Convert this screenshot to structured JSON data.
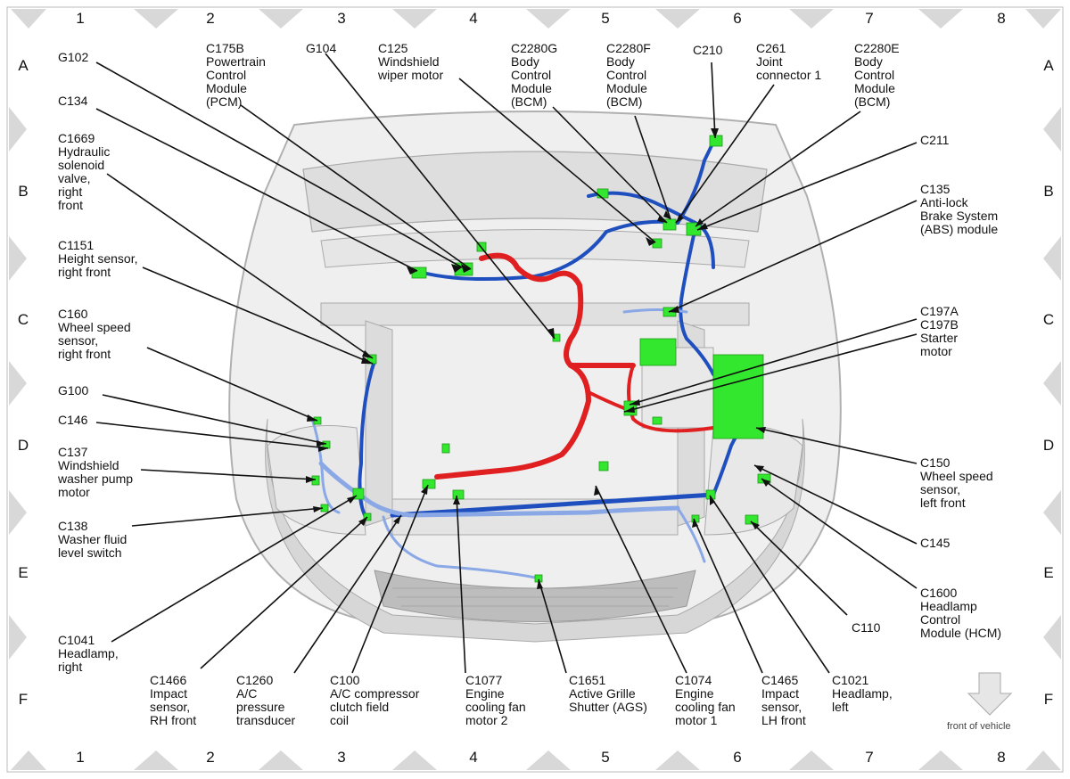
{
  "grid": {
    "columns": [
      "1",
      "2",
      "3",
      "4",
      "5",
      "6",
      "7",
      "8"
    ],
    "rows": [
      "A",
      "B",
      "C",
      "D",
      "E",
      "F"
    ]
  },
  "front_label": "front of vehicle",
  "colors": {
    "harness_blue": "#1f4fbf",
    "harness_light_blue": "#8aa8e6",
    "harness_red": "#e02020",
    "connector_green": "#33e62e",
    "body_gray": "#c8c8c8",
    "frame_gray": "#d9d9d9"
  },
  "labels": {
    "G102": "G102",
    "C175B": "C175B\nPowertrain\nControl\nModule\n(PCM)",
    "G104": "G104",
    "C125": "C125\nWindshield\nwiper motor",
    "C2280G": "C2280G\nBody\nControl\nModule\n(BCM)",
    "C2280F": "C2280F\nBody\nControl\nModule\n(BCM)",
    "C210": "C210",
    "C261": "C261\nJoint\nconnector 1",
    "C2280E": "C2280E\nBody\nControl\nModule\n(BCM)",
    "C134": "C134",
    "C1669": "C1669\nHydraulic\nsolenoid\nvalve,\nright\nfront",
    "C211": "C211",
    "C135": "C135\nAnti-lock\nBrake System\n(ABS) module",
    "C1151": "C1151\nHeight sensor,\nright front",
    "C160": "C160\nWheel speed\nsensor,\nright front",
    "C197": "C197A\nC197B\nStarter\nmotor",
    "G100": "G100",
    "C146": "C146",
    "C137": "C137\nWindshield\nwasher pump\nmotor",
    "C150": "C150\nWheel speed\nsensor,\nleft front",
    "C138": "C138\nWasher fluid\nlevel switch",
    "C145": "C145",
    "C1600": "C1600\nHeadlamp\nControl\nModule (HCM)",
    "C110": "C110",
    "C1041": "C1041\nHeadlamp,\nright",
    "C1466": "C1466\nImpact\nsensor,\nRH front",
    "C1260": "C1260\nA/C\npressure\ntransducer",
    "C100": "C100\nA/C compressor\nclutch field\ncoil",
    "C1077": "C1077\nEngine\ncooling fan\nmotor 2",
    "C1651": "C1651\nActive Grille\nShutter (AGS)",
    "C1074": "C1074\nEngine\ncooling fan\nmotor 1",
    "C1465": "C1465\nImpact\nsensor,\nLH front",
    "C1021": "C1021\nHeadlamp,\nleft"
  }
}
